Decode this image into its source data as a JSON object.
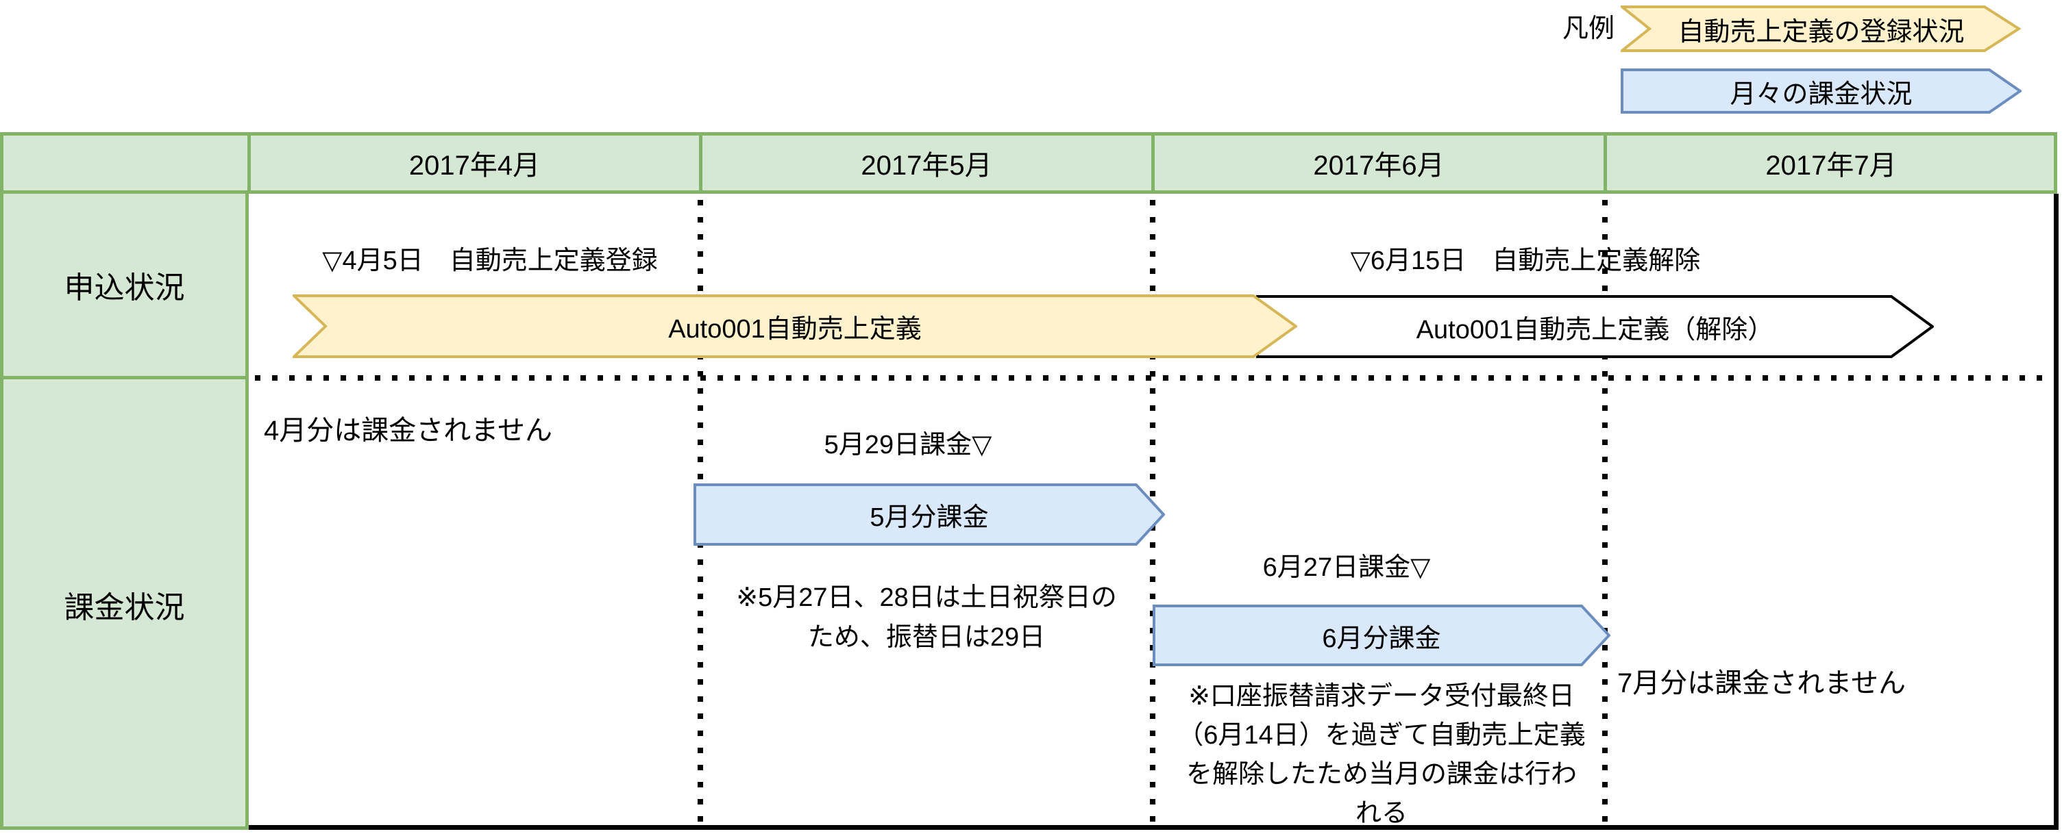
{
  "legend": {
    "title": "凡例",
    "registration_label": "自動売上定義の登録状況",
    "billing_label": "月々の課金状況"
  },
  "table": {
    "columns": [
      "2017年4月",
      "2017年5月",
      "2017年6月",
      "2017年7月"
    ],
    "row_labels": [
      "申込状況",
      "課金状況"
    ]
  },
  "application": {
    "register_marker": "▽4月5日　自動売上定義登録",
    "unregister_marker": "▽6月15日　自動売上定義解除",
    "registered_arrow_label": "Auto001自動売上定義",
    "unregistered_arrow_label": "Auto001自動売上定義（解除）"
  },
  "billing": {
    "april_note": "4月分は課金されません",
    "may_billing_marker": "5月29日課金▽",
    "may_arrow_label": "5月分課金",
    "may_note": "※5月27日、28日は土日祝祭日の\nため、振替日は29日",
    "june_billing_marker": "6月27日課金▽",
    "june_arrow_label": "6月分課金",
    "june_note": "※口座振替請求データ受付最終日\n（6月14日）を過ぎて自動売上定義\nを解除したため当月の課金は行わ\nれる",
    "july_note": "7月分は課金されません"
  },
  "colors": {
    "header_fill": "#d5e8d4",
    "header_border": "#82b366",
    "registration_fill": "#fff2cc",
    "registration_border": "#d6b656",
    "billing_fill": "#dae8fc",
    "billing_border": "#6c8ebf",
    "line": "#000000"
  }
}
